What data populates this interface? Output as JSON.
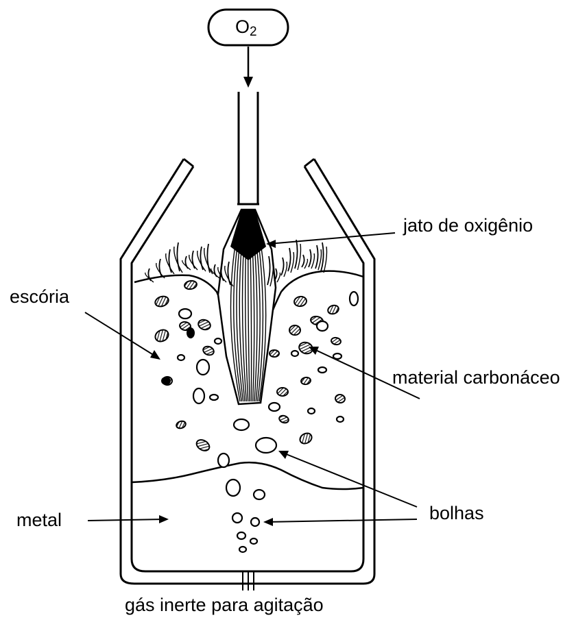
{
  "gas_box": {
    "symbol": "O",
    "subscript": "2"
  },
  "labels": {
    "oxygen_jet": "jato de oxigênio",
    "slag": "escória",
    "carbon_material": "material carbonáceo",
    "metal": "metal",
    "bubbles": "bolhas",
    "inert_gas": "gás inerte para agitação"
  },
  "colors": {
    "ink": "#000000",
    "paper": "#ffffff"
  }
}
